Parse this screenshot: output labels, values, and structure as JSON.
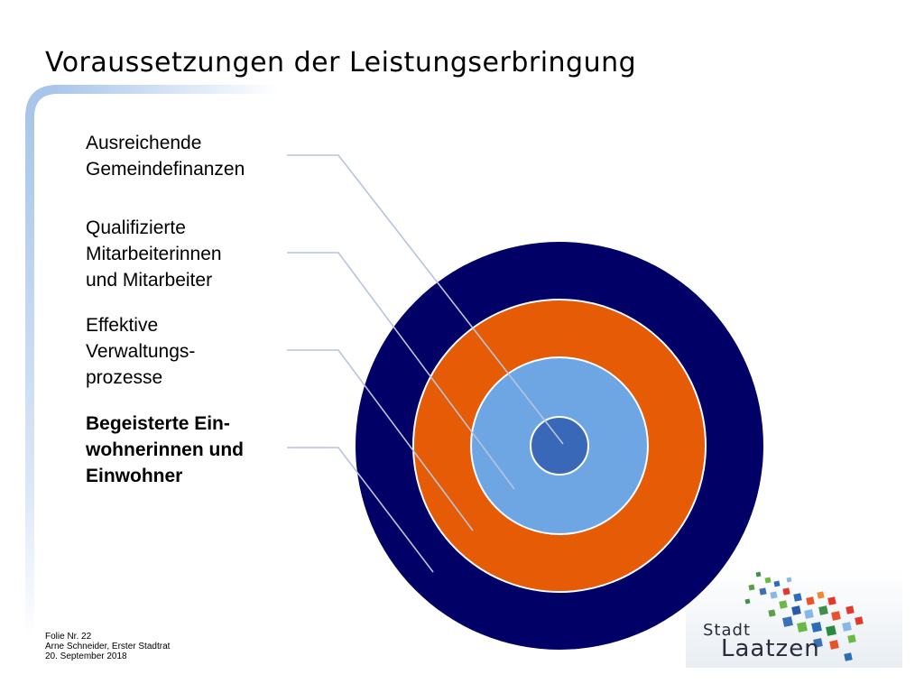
{
  "title": "Voraussetzungen der Leistungserbringung",
  "labels": [
    {
      "lines": [
        "Ausreichende",
        "Gemeindefinanzen"
      ],
      "bold": false
    },
    {
      "lines": [
        "Qualifizierte",
        "Mitarbeiterinnen",
        "und Mitarbeiter"
      ],
      "bold": false
    },
    {
      "lines": [
        "Effektive",
        "Verwaltungs-",
        "prozesse"
      ],
      "bold": false
    },
    {
      "lines": [
        "Begeisterte Ein-",
        "wohnerinnen und",
        "Einwohner"
      ],
      "bold": true
    }
  ],
  "rings": [
    {
      "label_index": 3,
      "color": "#000066"
    },
    {
      "label_index": 2,
      "color": "#e55b06"
    },
    {
      "label_index": 1,
      "color": "#6ea6e4"
    },
    {
      "label_index": 0,
      "color": "#3a68b8"
    }
  ],
  "footer": {
    "line1": "Folie Nr. 22",
    "line2": "Arne Schneider, Erster Stadtrat",
    "line3": "20. September 2018"
  },
  "logo": {
    "word1": "Stadt",
    "word2": "Laatzen"
  },
  "colors": {
    "accent_bar": "#a9c6ea",
    "leader_line": "#b7c4dc"
  }
}
